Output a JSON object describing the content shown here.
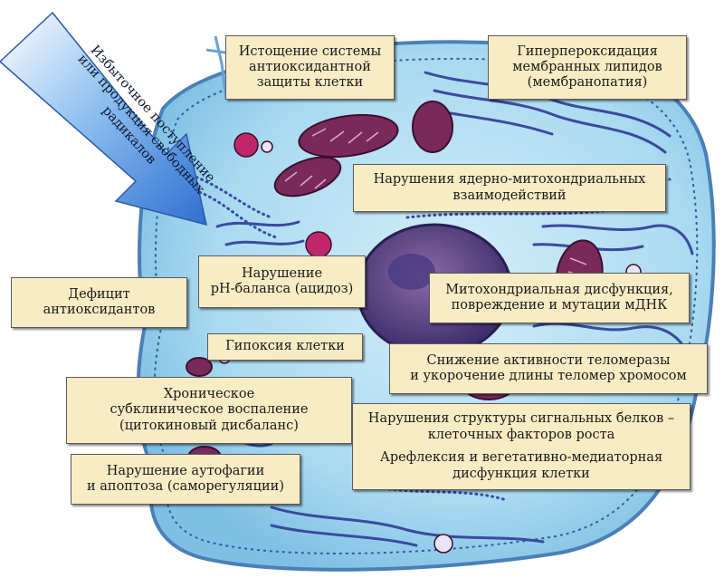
{
  "colors": {
    "label_background": "#f8ecc4",
    "label_border": "#5a5a5a",
    "cell_fill": "#9ed4ec",
    "cell_outline": "#4a7fb8",
    "organelle_dark": "#3a4aa0",
    "mitochondria": "#7a2a5a",
    "arrow_fill": "#3f7fd6"
  },
  "arrow": {
    "icon": "large-blue-arrow-icon",
    "lines": [
      "Избыточное поступление",
      "или продукция свободных",
      "радикалов"
    ]
  },
  "labels": {
    "antioxidant_depletion": [
      "Истощение системы",
      "антиоксидантной",
      "защиты клетки"
    ],
    "lipid_peroxidation": [
      "Гиперпероксидация",
      "мембранных липидов",
      "(мембранопатия)"
    ],
    "nuclear_mito": [
      "Нарушения ядерно-митохондриальных",
      "взаимодействий"
    ],
    "ph_balance": [
      "Нарушение",
      "pH-баланса (ацидоз)"
    ],
    "antioxidant_deficit": [
      "Дефицит",
      "антиоксидантов"
    ],
    "mito_dysfunction": [
      "Митохондриальная дисфункция,",
      "повреждение и мутации мДНК"
    ],
    "hypoxia": [
      "Гипоксия клетки"
    ],
    "telomerase": [
      "Снижение активности теломеразы",
      "и укорочение длины теломер хромосом"
    ],
    "inflammation": [
      "Хроническое",
      "субклиническое воспаление",
      "(цитокиновый дисбаланс)"
    ],
    "signal_proteins": [
      "Нарушения структуры сигнальных белков –",
      "клеточных факторов роста"
    ],
    "areflexia": [
      "Арефлексия и вегетативно-медиаторная",
      "дисфункция клетки"
    ],
    "autophagy": [
      "Нарушение аутофагии",
      "и апоптоза (саморегуляции)"
    ]
  }
}
